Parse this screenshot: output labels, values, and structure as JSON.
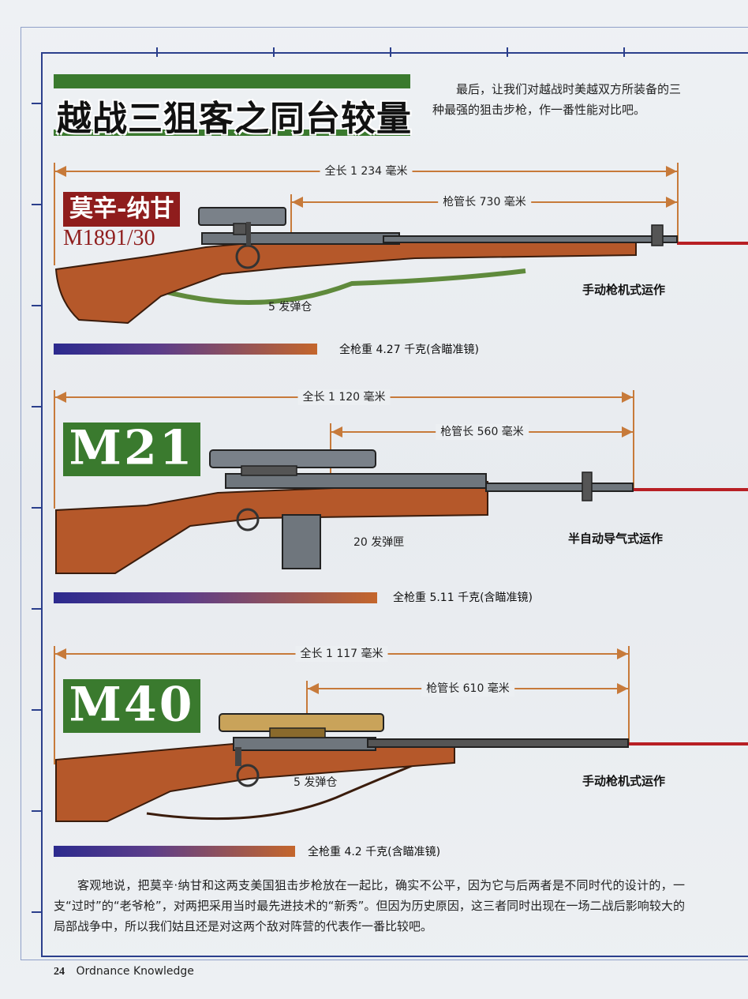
{
  "title": "越战三狙客之同台较量",
  "intro": "最后，让我们对越战时美越双方所装备的三种最强的狙击步枪，作一番性能对比吧。",
  "rifles": [
    {
      "name_cn": "莫辛-纳甘",
      "name": "M1891/30",
      "overall_length": "全长 1 234 毫米",
      "barrel_length": "枪管长 730 毫米",
      "magazine": "5 发弹仓",
      "operation": "手动枪机式运作",
      "weight_label": "全枪重 4.27 千克(含瞄准镜)",
      "weight_kg": 4.27
    },
    {
      "name": "M21",
      "overall_length": "全长 1 120 毫米",
      "barrel_length": "枪管长 560 毫米",
      "magazine": "20 发弹匣",
      "operation": "半自动导气式运作",
      "weight_label": "全枪重 5.11 千克(含瞄准镜)",
      "weight_kg": 5.11
    },
    {
      "name": "M40",
      "overall_length": "全长 1 117 毫米",
      "barrel_length": "枪管长 610 毫米",
      "magazine": "5 发弹仓",
      "operation": "手动枪机式运作",
      "weight_label": "全枪重 4.2 千克(含瞄准镜)",
      "weight_kg": 4.2
    }
  ],
  "body": "客观地说，把莫辛·纳甘和这两支美国狙击步枪放在一起比，确实不公平，因为它与后两者是不同时代的设计的，一支“过时”的“老爷枪”，对两把采用当时最先进技术的“新秀”。但因为历史原因，这三者同时出现在一场二战后影响较大的局部战争中，所以我们姑且还是对这两个敌对阵营的代表作一番比较吧。",
  "footer": {
    "page": "24",
    "magazine": "Ordnance Knowledge"
  },
  "colors": {
    "dimension": "#c77a3a",
    "badge_green": "#3a7a2e",
    "title_red": "#8f1d1d",
    "reference_line": "#b81f24",
    "weight_bar_start": "#2c2a8e",
    "weight_bar_end": "#c4662c",
    "wood": "#b5582a",
    "metal": "#6f767d"
  }
}
